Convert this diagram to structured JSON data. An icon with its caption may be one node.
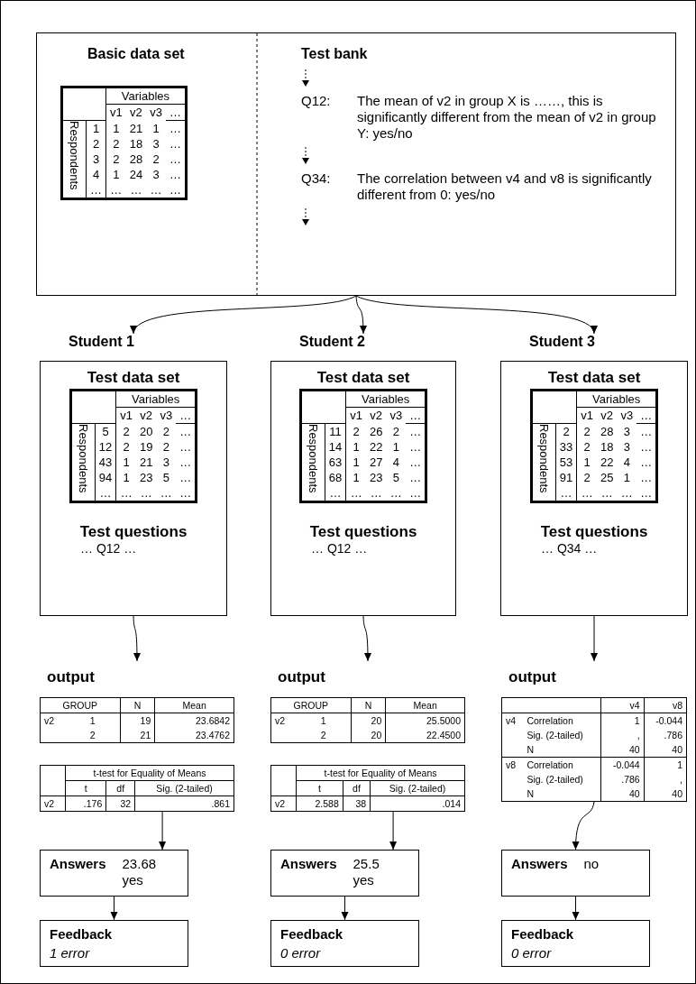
{
  "diagram": {
    "nodes": [
      {
        "text": [
          "Basic data set",
          "Test bank",
          "Q12:",
          "The mean of v2 in group X is ……, this is significantly different from the mean of v2 in group Y: yes/no",
          "Q34:",
          "The correlation between v4 and v8 is significantly different from 0: yes/no"
        ]
      },
      {
        "text": [
          "Variables",
          "v1",
          "v2",
          "v3",
          "…",
          "Respondents",
          "1",
          "1",
          "21",
          "1",
          "…",
          "2",
          "2",
          "18",
          "3",
          "…",
          "3",
          "2",
          "28",
          "2",
          "…",
          "4",
          "1",
          "24",
          "3",
          "…",
          "…",
          "…",
          "…",
          "…",
          "…"
        ],
        "in": 0
      },
      {
        "text": [
          "Student 1",
          "Test data set",
          "Test questions",
          "… Q12 …"
        ]
      },
      {
        "text": [
          "Variables",
          "v1",
          "v2",
          "v3",
          "…",
          "Respondents",
          "5",
          "2",
          "20",
          "2",
          "…",
          "12",
          "2",
          "19",
          "2",
          "…",
          "43",
          "1",
          "21",
          "3",
          "…",
          "94",
          "1",
          "23",
          "5",
          "…",
          "…",
          "…",
          "…",
          "…",
          "…"
        ],
        "in": 2
      },
      {
        "text": [
          "Student 2",
          "Test data set",
          "Test questions",
          "… Q12 …"
        ]
      },
      {
        "text": [
          "Variables",
          "v1",
          "v2",
          "v3",
          "…",
          "Respondents",
          "11",
          "2",
          "26",
          "2",
          "…",
          "14",
          "1",
          "22",
          "1",
          "…",
          "63",
          "1",
          "27",
          "4",
          "…",
          "68",
          "1",
          "23",
          "5",
          "…",
          "…",
          "…",
          "…",
          "…",
          "…"
        ],
        "in": 4
      },
      {
        "text": [
          "Student 3",
          "Test data set",
          "Test questions",
          "… Q34 …"
        ]
      },
      {
        "text": [
          "Variables",
          "v1",
          "v2",
          "v3",
          "…",
          "Respondents",
          "2",
          "2",
          "28",
          "3",
          "…",
          "33",
          "2",
          "18",
          "3",
          "…",
          "53",
          "1",
          "22",
          "4",
          "…",
          "91",
          "2",
          "25",
          "1",
          "…",
          "…",
          "…",
          "…",
          "…",
          "…"
        ],
        "in": 6
      },
      {
        "text": [
          "output",
          "GROUP",
          "N",
          "Mean",
          "v2",
          "1",
          "19",
          "23.6842",
          "2",
          "21",
          "23.4762"
        ]
      },
      {
        "text": [
          "t-test for Equality of Means",
          "t",
          "df",
          "Sig. (2-tailed)",
          "v2",
          ".176",
          "32",
          ".861"
        ]
      },
      {
        "text": [
          "Answers",
          "23.68",
          "yes"
        ]
      },
      {
        "text": [
          "Feedback",
          "1 error"
        ]
      },
      {
        "text": [
          "output",
          "GROUP",
          "N",
          "Mean",
          "v2",
          "1",
          "20",
          "25.5000",
          "2",
          "20",
          "22.4500"
        ]
      },
      {
        "text": [
          "t-test for Equality of Means",
          "t",
          "df",
          "Sig. (2-tailed)",
          "v2",
          "2.588",
          "38",
          ".014"
        ]
      },
      {
        "text": [
          "Answers",
          "25.5",
          "yes"
        ]
      },
      {
        "text": [
          "Feedback",
          "0 error"
        ]
      },
      {
        "text": [
          "output",
          "v4",
          "v8",
          "v4",
          "Correlation",
          "1",
          "-0.044",
          "Sig. (2-tailed)",
          ",",
          ".786",
          "N",
          "40",
          "40",
          "v8",
          "Correlation",
          "-0.044",
          "1",
          "Sig. (2-tailed)",
          ".786",
          ",",
          "N",
          "40",
          "40"
        ]
      },
      {
        "text": [
          "Answers",
          "no"
        ]
      },
      {
        "text": [
          "Feedback",
          "0 error"
        ]
      }
    ],
    "edges": [
      {
        "from": 0,
        "to": 2,
        "arrow": "to"
      },
      {
        "from": 0,
        "to": 4,
        "arrow": "to"
      },
      {
        "from": 0,
        "to": 6,
        "arrow": "to"
      },
      {
        "from": 2,
        "to": 8,
        "arrow": "to"
      },
      {
        "from": 9,
        "to": 10,
        "arrow": "to"
      },
      {
        "from": 10,
        "to": 11,
        "arrow": "to"
      },
      {
        "from": 4,
        "to": 12,
        "arrow": "to"
      },
      {
        "from": 13,
        "to": 14,
        "arrow": "to"
      },
      {
        "from": 14,
        "to": 15,
        "arrow": "to"
      },
      {
        "from": 6,
        "to": 16,
        "arrow": "to"
      },
      {
        "from": 16,
        "to": 17,
        "arrow": "to"
      },
      {
        "from": 17,
        "to": 18,
        "arrow": "to"
      }
    ]
  }
}
